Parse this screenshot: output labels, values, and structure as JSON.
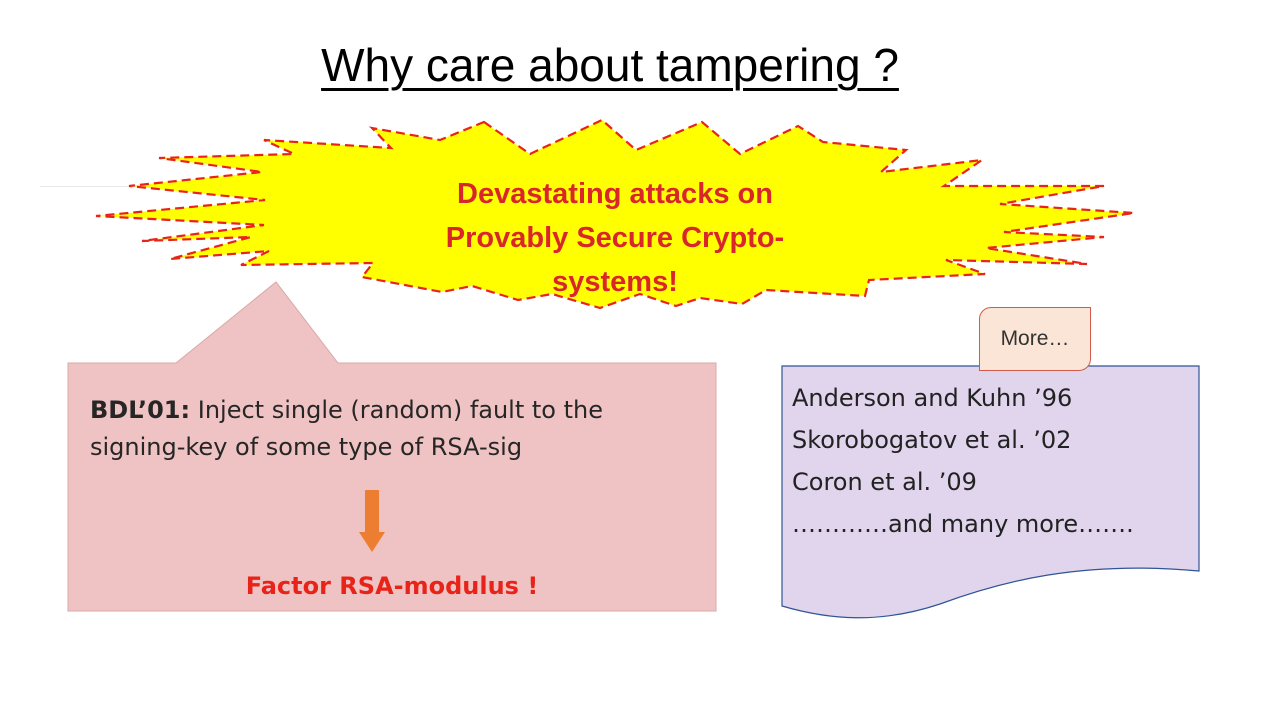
{
  "slide": {
    "title": "Why care about tampering ?",
    "burst": {
      "line1": "Devastating attacks on",
      "line2": "Provably Secure Crypto-",
      "line3": "systems!",
      "fill_color": "#ffff00",
      "stroke_color": "#e8241a",
      "text_color": "#d9262a"
    },
    "bdl_box": {
      "label": "BDL’01:",
      "text": " Inject single (random) fault to the signing-key of some type of RSA-sig",
      "arrow_icon": "down-arrow-icon",
      "result": "Factor RSA-modulus !",
      "fill_color": "#efc3c3",
      "arrow_color": "#ed7d31",
      "result_color": "#e8241a"
    },
    "references": {
      "items": [
        "Anderson and Kuhn ’96",
        "Skorobogatov et al. ’02",
        "Coron et al. ’09",
        "…………and many more……."
      ],
      "fill_color": "#e0d5ec",
      "stroke_color": "#2f5597"
    },
    "more_tag": {
      "label": "More…",
      "fill_color": "#fbe5d6"
    }
  }
}
